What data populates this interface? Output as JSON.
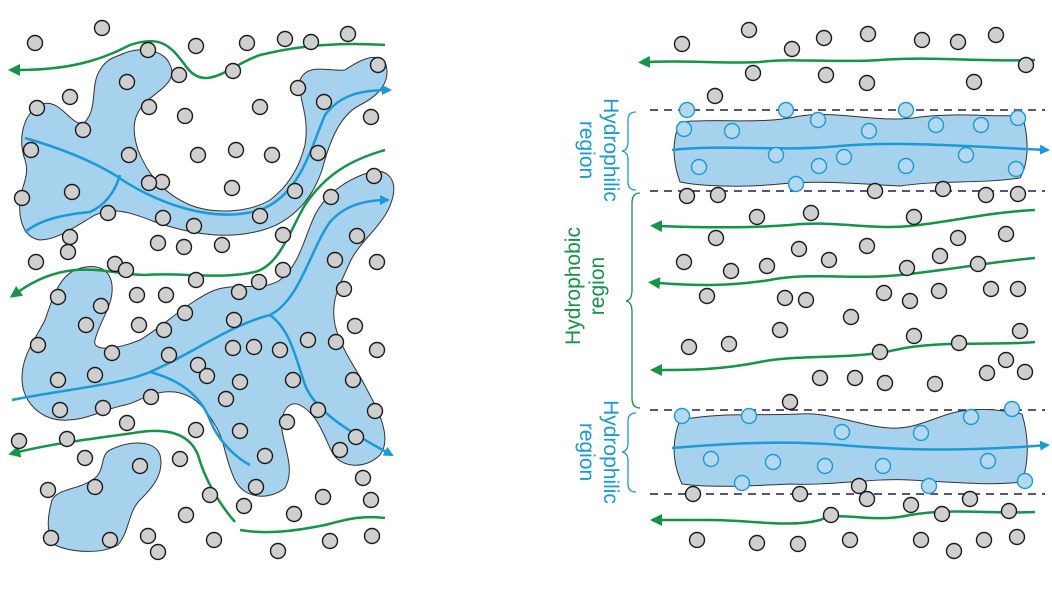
{
  "labels": {
    "top_region": [
      "Hydrophilic",
      "region"
    ],
    "middle_region": [
      "Hydrophobic",
      "region"
    ],
    "bottom_region": [
      "Hydrophilic",
      "region"
    ]
  },
  "colors": {
    "hydrophilic": "#1a9ad6",
    "hydrophobic": "#139447",
    "channel_fill": "#a6d2ee",
    "particle_fill": "#cfcfcf",
    "particle_stroke": "#1a1a1a",
    "divider": "#3d3d7a"
  }
}
